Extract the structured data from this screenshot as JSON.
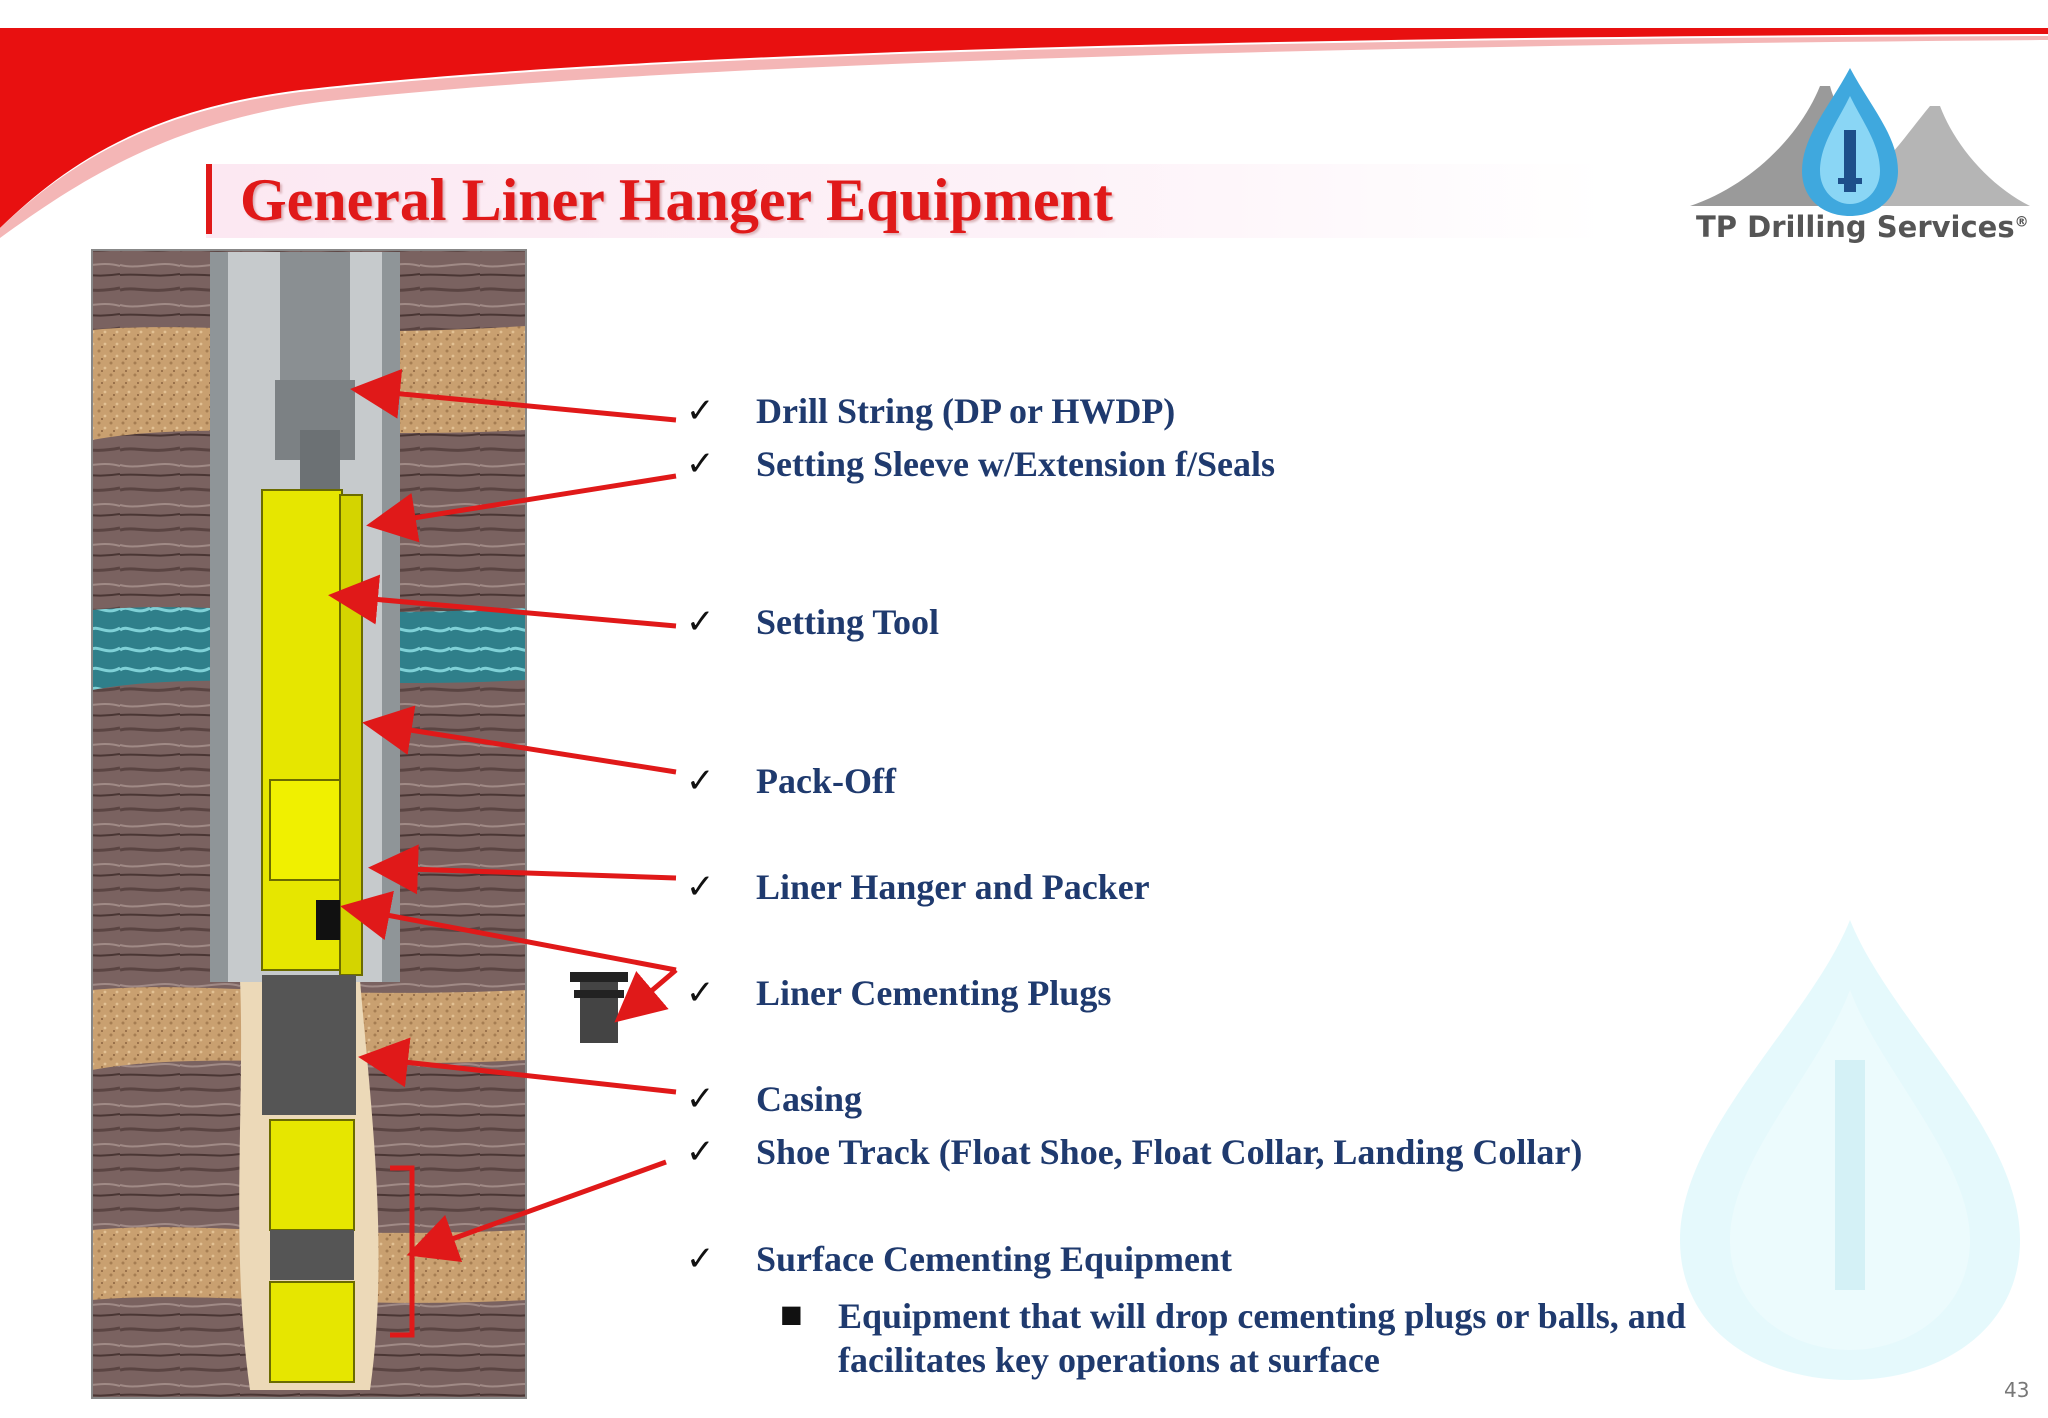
{
  "title": "General Liner Hanger Equipment",
  "logo": {
    "text": "TP Drilling Services",
    "mark": "®"
  },
  "checklist": [
    {
      "label": "Drill String (DP or HWDP)"
    },
    {
      "label": "Setting Sleeve w/Extension f/Seals"
    },
    {
      "label": "Setting Tool"
    },
    {
      "label": "Pack-Off"
    },
    {
      "label": "Liner Hanger and Packer"
    },
    {
      "label": "Liner Cementing Plugs"
    },
    {
      "label": "Casing"
    },
    {
      "label": "Shoe Track (Float Shoe, Float Collar, Landing Collar)"
    },
    {
      "label": "Surface Cementing Equipment"
    }
  ],
  "sub_bullet": "Equipment that will drop cementing plugs or balls, and facilitates key operations at surface",
  "check_symbol": "✓",
  "bullet_symbol": "■",
  "page_number": "43",
  "colors": {
    "title_red": "#e01919",
    "text_navy": "#1f3a6e",
    "tool_yellow": "#e6e600",
    "arrow_red": "#e01919"
  }
}
